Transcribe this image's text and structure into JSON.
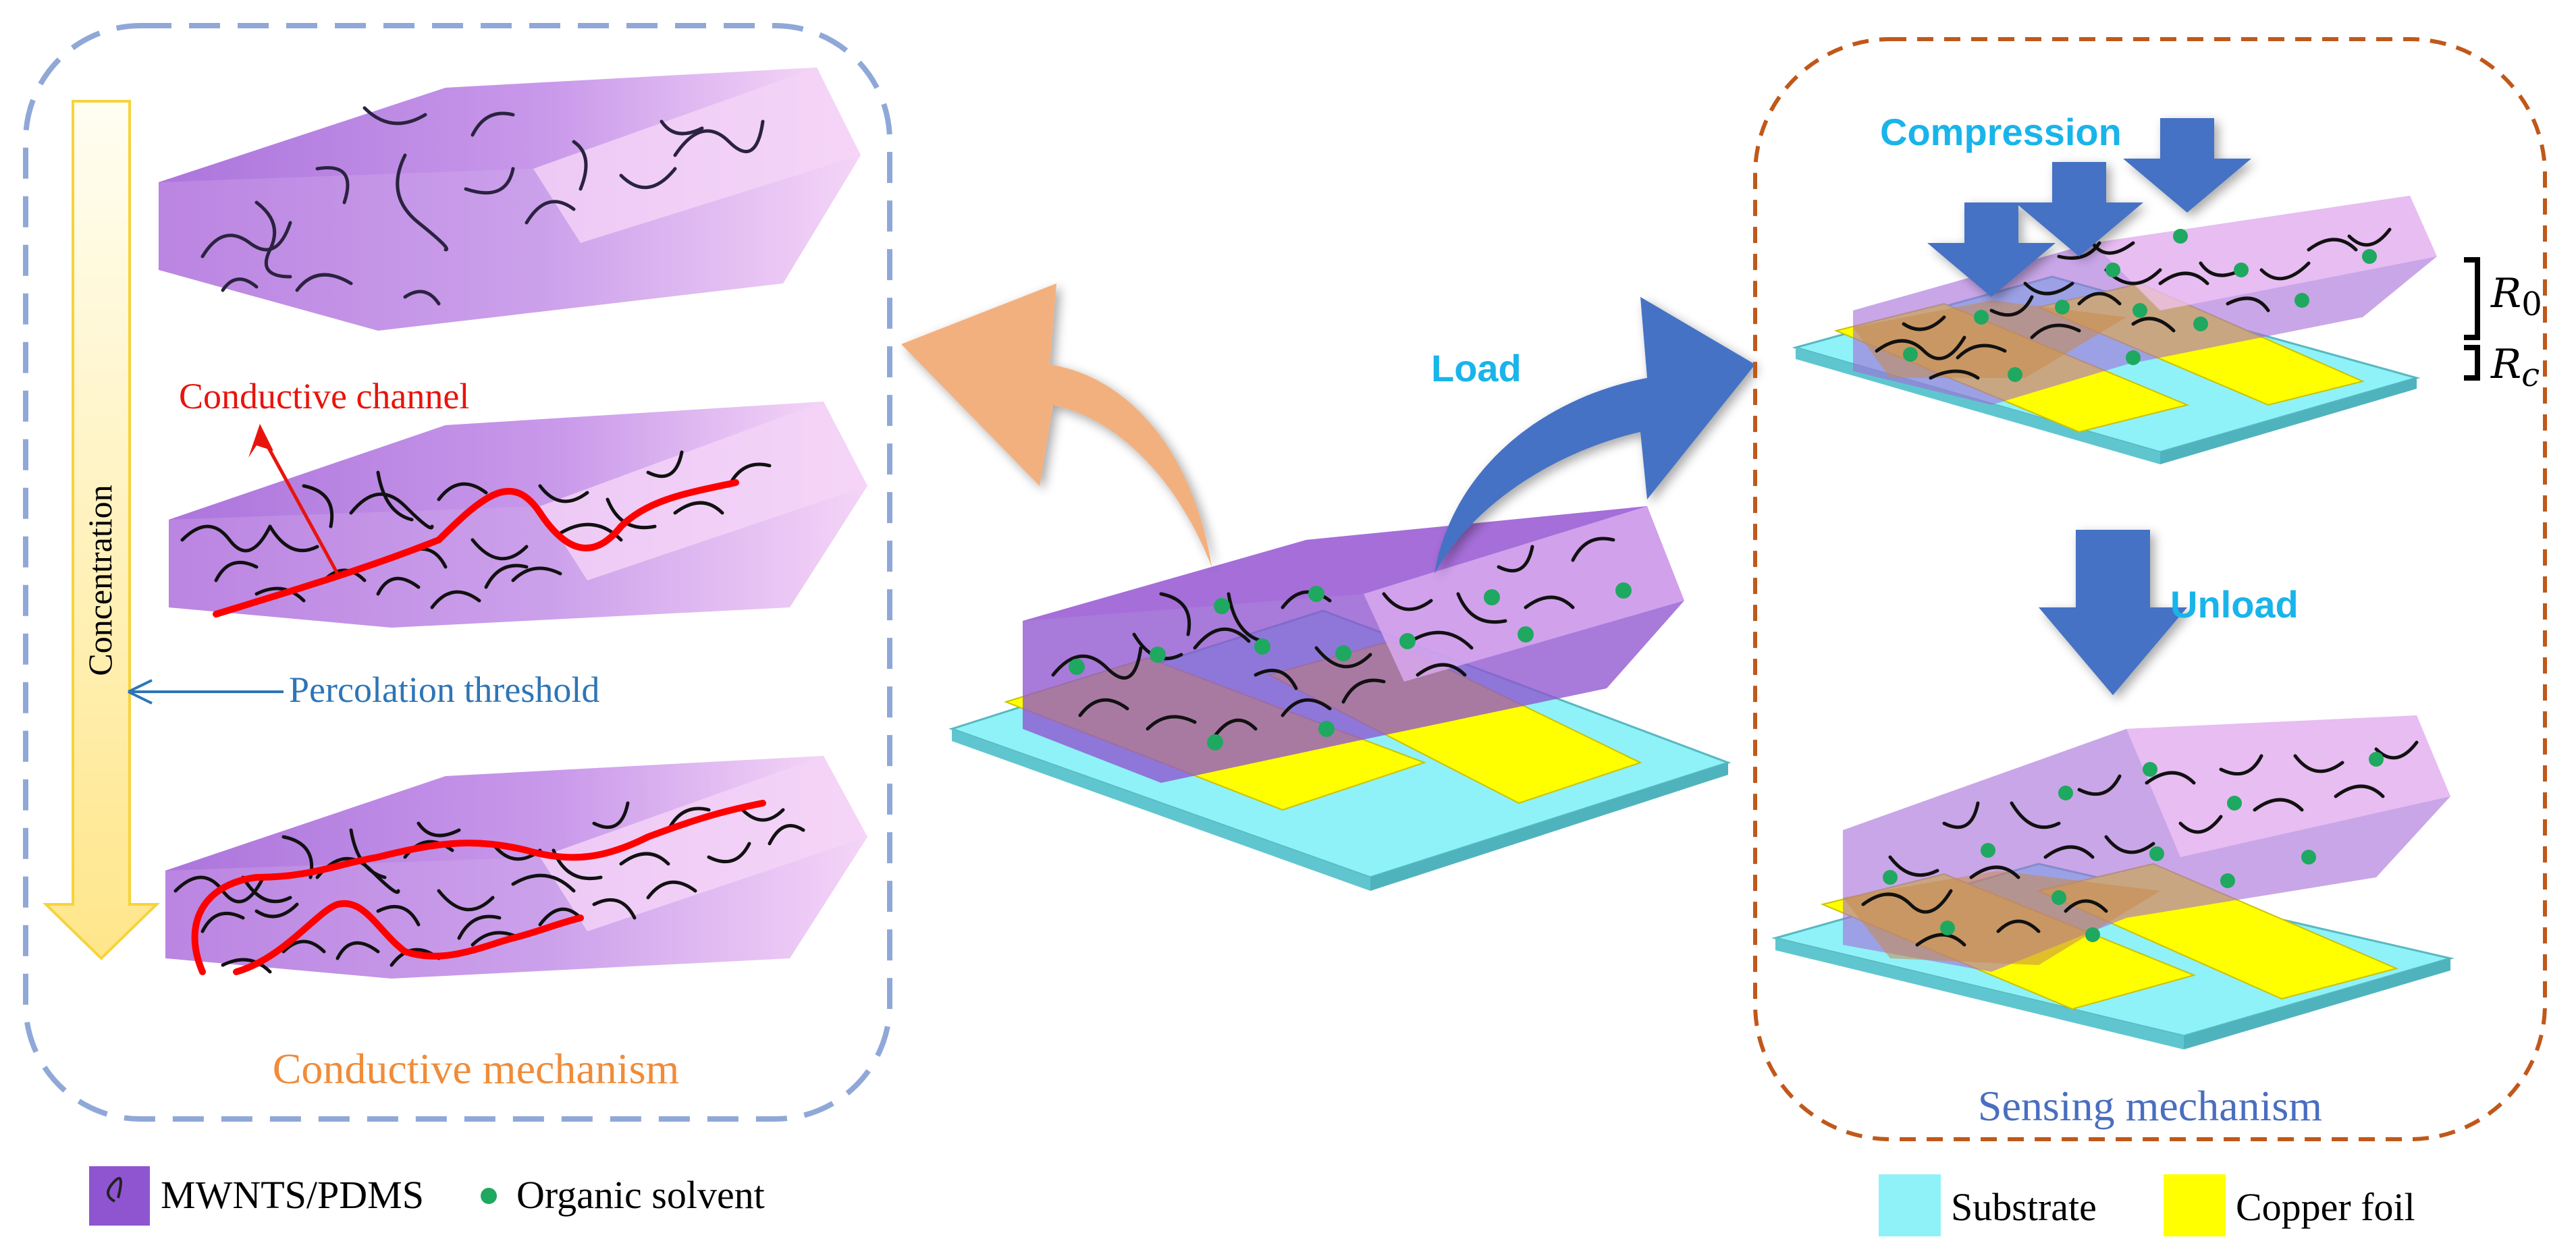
{
  "labels": {
    "conductive_channel": "Conductive channel",
    "percolation_threshold": "Percolation threshold",
    "concentration": "Concentration",
    "conductive_mechanism": "Conductive mechanism",
    "load": "Load",
    "compression": "Compression",
    "unload": "Unload",
    "sensing_mechanism": "Sensing mechanism",
    "r0_symbol": "R",
    "r0_sub": "0",
    "rc_symbol": "R",
    "rc_sub": "c"
  },
  "legend_left": [
    {
      "label": "MWNTS/PDMS"
    },
    {
      "label": "Organic solvent"
    }
  ],
  "legend_right": [
    {
      "label": "Substrate"
    },
    {
      "label": "Copper foil"
    }
  ],
  "colors": {
    "polymer": "#a56bd8",
    "polymer_light": "#f3c8f6",
    "substrate": "#8ff2f8",
    "copper": "#ffff00",
    "solvent": "#1fa860",
    "channel": "#ff0000",
    "left_frame": "#8fa8d8",
    "right_frame": "#c0581a",
    "load_arrow": "#4472c4",
    "back_arrow": "#f3b07f",
    "title_orange": "#f08c3a",
    "title_blue": "#4a6ec0",
    "cyan_text": "#19b4ea",
    "percolation_text": "#2e75b6"
  }
}
